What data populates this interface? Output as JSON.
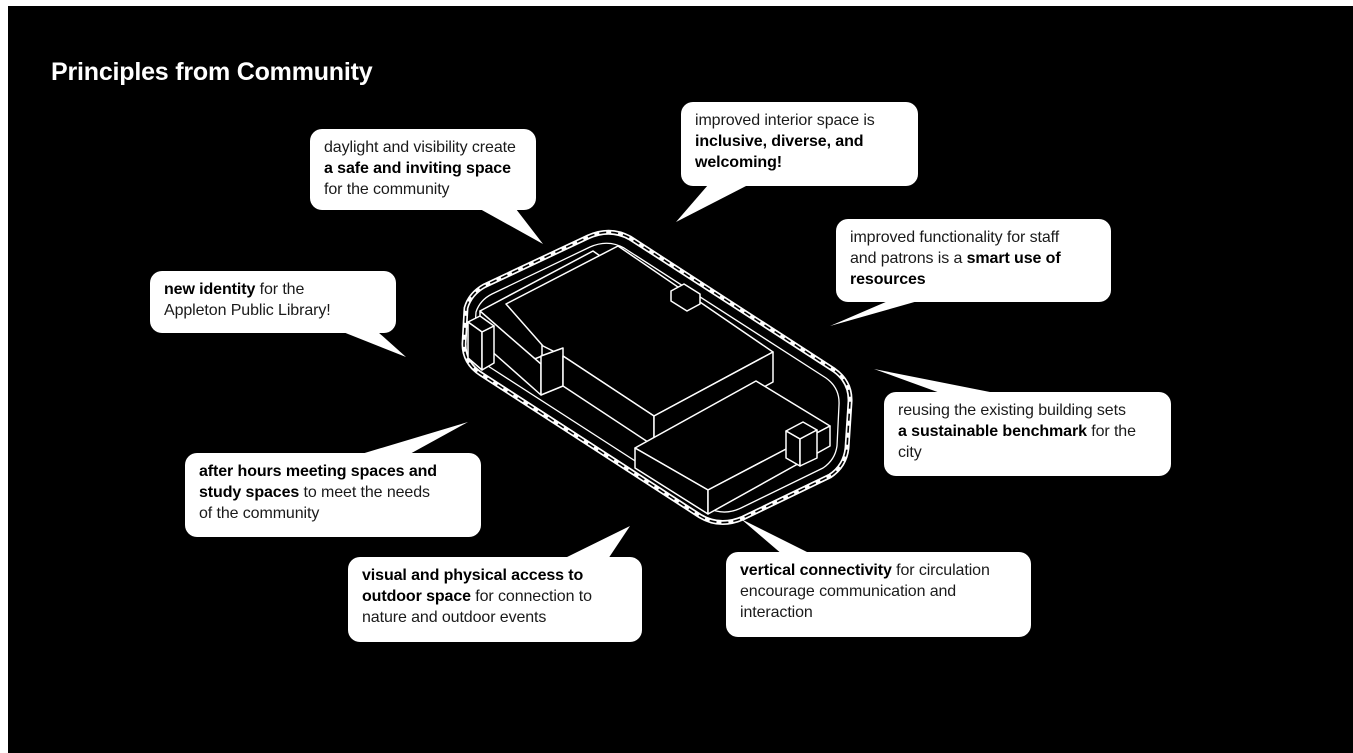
{
  "title": "Principles from Community",
  "colors": {
    "background": "#000000",
    "bubble": "#ffffff",
    "text": "#1a1a1a",
    "outline": "#ffffff"
  },
  "callouts": [
    {
      "id": "daylight",
      "lines": [
        [
          {
            "text": "daylight and visibility create",
            "bold": false
          }
        ],
        [
          {
            "text": "a safe and inviting space",
            "bold": true
          }
        ],
        [
          {
            "text": "for the community",
            "bold": false
          }
        ]
      ]
    },
    {
      "id": "interior",
      "lines": [
        [
          {
            "text": "improved interior space is",
            "bold": false
          }
        ],
        [
          {
            "text": "inclusive, diverse, and",
            "bold": true
          }
        ],
        [
          {
            "text": "welcoming!",
            "bold": true
          }
        ]
      ]
    },
    {
      "id": "functionality",
      "lines": [
        [
          {
            "text": "improved functionality for staff",
            "bold": false
          }
        ],
        [
          {
            "text": "and patrons is a ",
            "bold": false
          },
          {
            "text": "smart use of",
            "bold": true
          }
        ],
        [
          {
            "text": "resources",
            "bold": true
          }
        ]
      ]
    },
    {
      "id": "identity",
      "lines": [
        [
          {
            "text": "new identity",
            "bold": true
          },
          {
            "text": " for the",
            "bold": false
          }
        ],
        [
          {
            "text": "Appleton Public Library!",
            "bold": false
          }
        ]
      ]
    },
    {
      "id": "reuse",
      "lines": [
        [
          {
            "text": "reusing the existing building sets",
            "bold": false
          }
        ],
        [
          {
            "text": "a sustainable benchmark",
            "bold": true
          },
          {
            "text": " for the",
            "bold": false
          }
        ],
        [
          {
            "text": "city",
            "bold": false
          }
        ]
      ]
    },
    {
      "id": "after-hours",
      "lines": [
        [
          {
            "text": "after hours meeting spaces and",
            "bold": true
          }
        ],
        [
          {
            "text": "study spaces",
            "bold": true
          },
          {
            "text": " to meet the needs",
            "bold": false
          }
        ],
        [
          {
            "text": "of the community",
            "bold": false
          }
        ]
      ]
    },
    {
      "id": "outdoor",
      "lines": [
        [
          {
            "text": "visual and physical access to",
            "bold": true
          }
        ],
        [
          {
            "text": "outdoor space",
            "bold": true
          },
          {
            "text": " for connection to",
            "bold": false
          }
        ],
        [
          {
            "text": "nature and outdoor events",
            "bold": false
          }
        ]
      ]
    },
    {
      "id": "vertical",
      "lines": [
        [
          {
            "text": "vertical connectivity",
            "bold": true
          },
          {
            "text": " for circulation",
            "bold": false
          }
        ],
        [
          {
            "text": "encourage communication and",
            "bold": false
          }
        ],
        [
          {
            "text": "interaction",
            "bold": false
          }
        ]
      ]
    }
  ]
}
